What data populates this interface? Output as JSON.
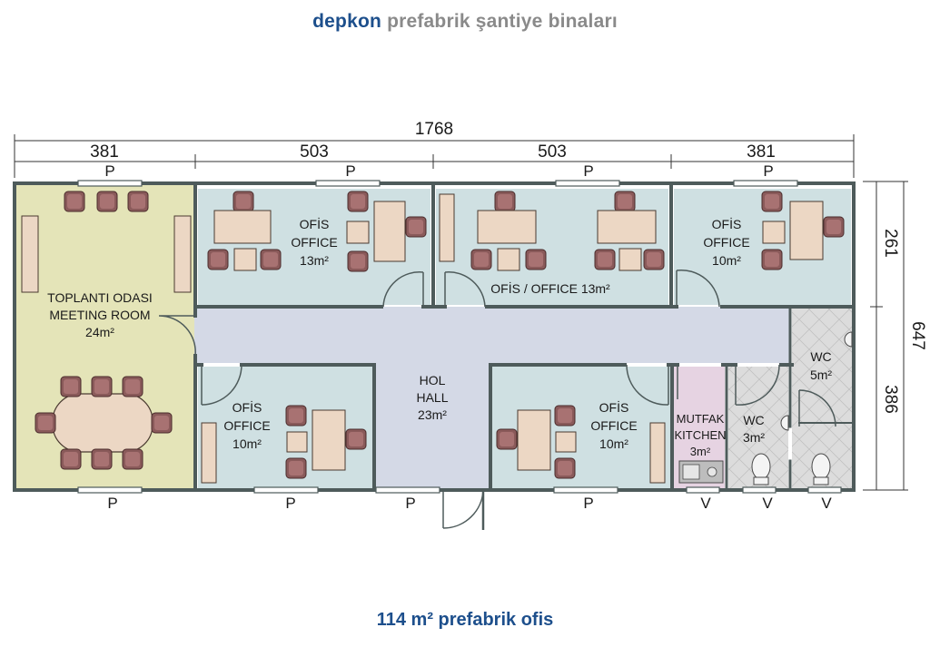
{
  "header": {
    "brand": "depkon",
    "tagline": "prefabrik şantiye binaları"
  },
  "footer": {
    "caption": "114 m² prefabrik ofis"
  },
  "dimensions": {
    "total_width": "1768",
    "segments": [
      "381",
      "503",
      "503",
      "381"
    ],
    "height_total": "647",
    "height_top": "261",
    "height_bottom": "386"
  },
  "rooms": {
    "meeting": [
      "TOPLANTI ODASI",
      "MEETING ROOM",
      "24m²"
    ],
    "office1": [
      "OFİS",
      "OFFICE",
      "13m²"
    ],
    "office2": "OFİS / OFFICE 13m²",
    "office3": [
      "OFİS",
      "OFFICE",
      "10m²"
    ],
    "office4": [
      "OFİS",
      "OFFICE",
      "10m²"
    ],
    "office5": [
      "OFİS",
      "OFFICE",
      "10m²"
    ],
    "hall": [
      "HOL",
      "HALL",
      "23m²"
    ],
    "kitchen": [
      "MUTFAK",
      "KITCHEN",
      "3m²"
    ],
    "wc_small": [
      "WC",
      "3m²"
    ],
    "wc_large": [
      "WC",
      "5m²"
    ]
  },
  "window_marks": {
    "panel": "P",
    "vent": "V"
  },
  "colors": {
    "meeting": "#e4e4b8",
    "office": "#cfe0e2",
    "hall": "#d4d9e6",
    "kitchen": "#e6d3e2",
    "wc": "#dcdcdc",
    "wall": "#4e5b5b",
    "furniture_desk": "#ecd7c4",
    "furniture_chair": "#8a5a5a",
    "brand": "#1d4f8c"
  }
}
